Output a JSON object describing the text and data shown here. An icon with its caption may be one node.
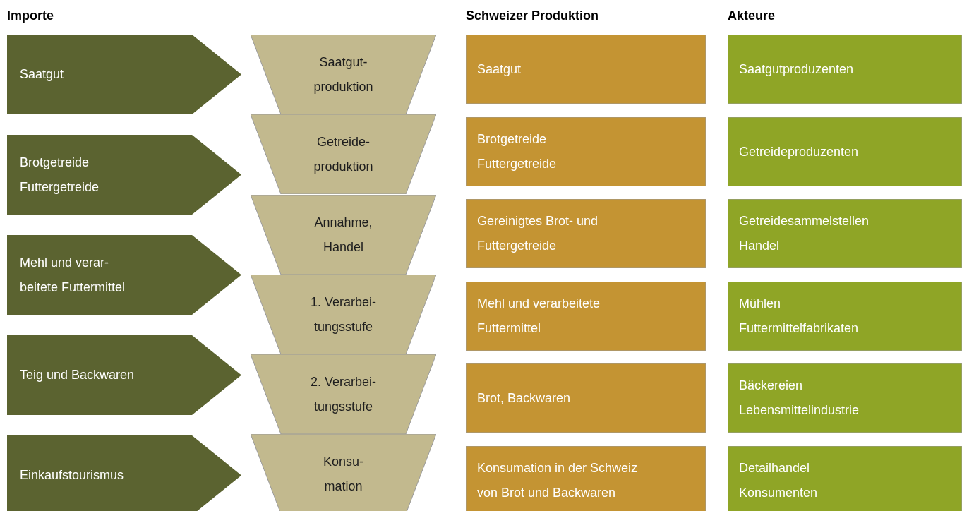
{
  "diagram": {
    "nodes": [
      {
        "text": [
          "Saatgut"
        ]
      },
      {
        "text": [
          "Brotgetreide Futtergetreide"
        ]
      },
      {
        "text": [
          "Mehl und verar- beitete Futtermittel"
        ]
      },
      {
        "text": [
          "Teig und Backwaren"
        ]
      },
      {
        "text": [
          "Einkaufstourismus"
        ]
      },
      {
        "text": [
          "Saatgut- produktion"
        ]
      },
      {
        "text": [
          "Getreide- produktion"
        ]
      },
      {
        "text": [
          "Annahme, Handel"
        ]
      },
      {
        "text": [
          "1. Verarbei- tungsstufe"
        ]
      },
      {
        "text": [
          "2. Verarbei- tungsstufe"
        ]
      },
      {
        "text": [
          "Konsu- mation"
        ]
      },
      {
        "text": [
          "Saatgut"
        ]
      },
      {
        "text": [
          "Brotgetreide Futtergetreide"
        ]
      },
      {
        "text": [
          "Gereinigtes Brot- und Futtergetreide"
        ]
      },
      {
        "text": [
          "Mehl und verarbeitete Futtermittel"
        ]
      },
      {
        "text": [
          "Brot, Backwaren"
        ]
      },
      {
        "text": [
          "Konsumation in der Schweiz von Brot und Backwaren"
        ]
      },
      {
        "text": [
          "Saatgutproduzenten"
        ]
      },
      {
        "text": [
          "Getreideproduzenten"
        ]
      },
      {
        "text": [
          "Getreidesammelstellen Handel"
        ]
      },
      {
        "text": [
          "Mühlen Futtermittelfabrikaten"
        ]
      },
      {
        "text": [
          "Bäckereien Lebensmittelindustrie"
        ]
      },
      {
        "text": [
          "Detailhandel Konsumenten"
        ]
      }
    ],
    "labels": [
      "Importe",
      "Schweizer Produktion",
      "Akteure"
    ]
  }
}
